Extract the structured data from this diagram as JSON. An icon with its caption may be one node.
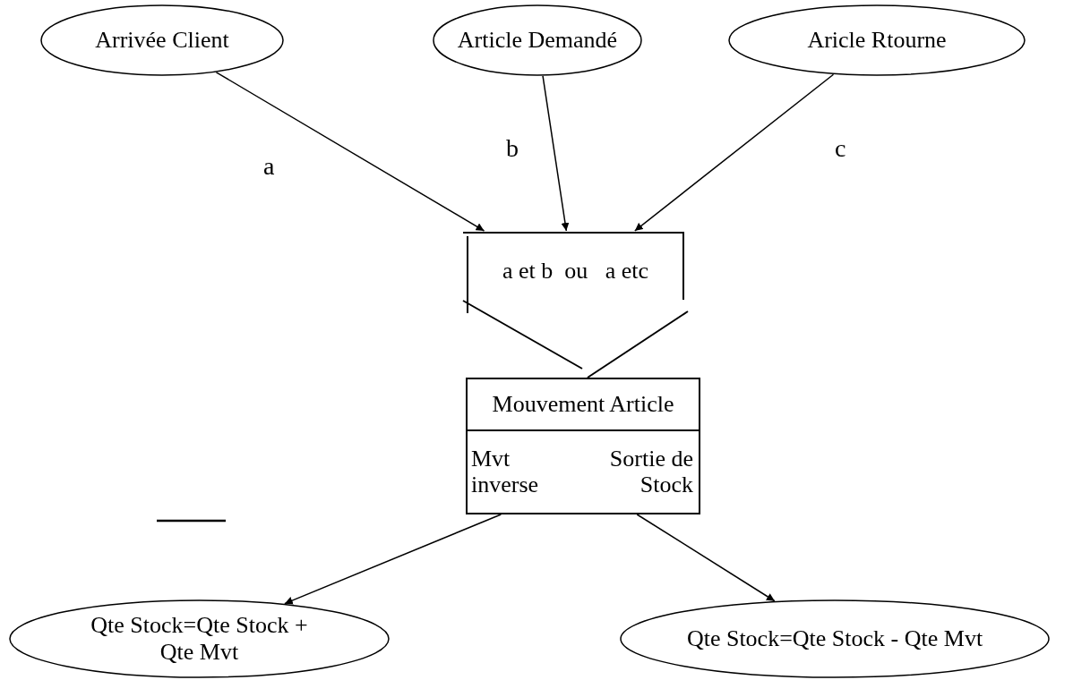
{
  "diagram": {
    "nodes": [
      {
        "text": [
          "Arrivée Client"
        ]
      },
      {
        "text": [
          "Article Demandé"
        ]
      },
      {
        "text": [
          "Aricle Rtourne"
        ]
      },
      {
        "text": [
          "a et b  ou   a etc"
        ]
      },
      {
        "text": [
          "Mouvement Article",
          "Mvt inverse",
          "Sortie de Stock"
        ]
      },
      {
        "text": [
          "Qte Stock=Qte Stock + Qte Mvt"
        ]
      },
      {
        "text": [
          "Qte Stock=Qte Stock - Qte Mvt"
        ]
      }
    ],
    "edges": [
      {
        "from": 0,
        "to": 3,
        "arrow": "to",
        "label": "a"
      },
      {
        "from": 1,
        "to": 3,
        "arrow": "to",
        "label": "b"
      },
      {
        "from": 2,
        "to": 3,
        "arrow": "to",
        "label": "c"
      },
      {
        "from": 4,
        "to": 5,
        "arrow": "to"
      },
      {
        "from": 4,
        "to": 6,
        "arrow": "to"
      }
    ]
  }
}
